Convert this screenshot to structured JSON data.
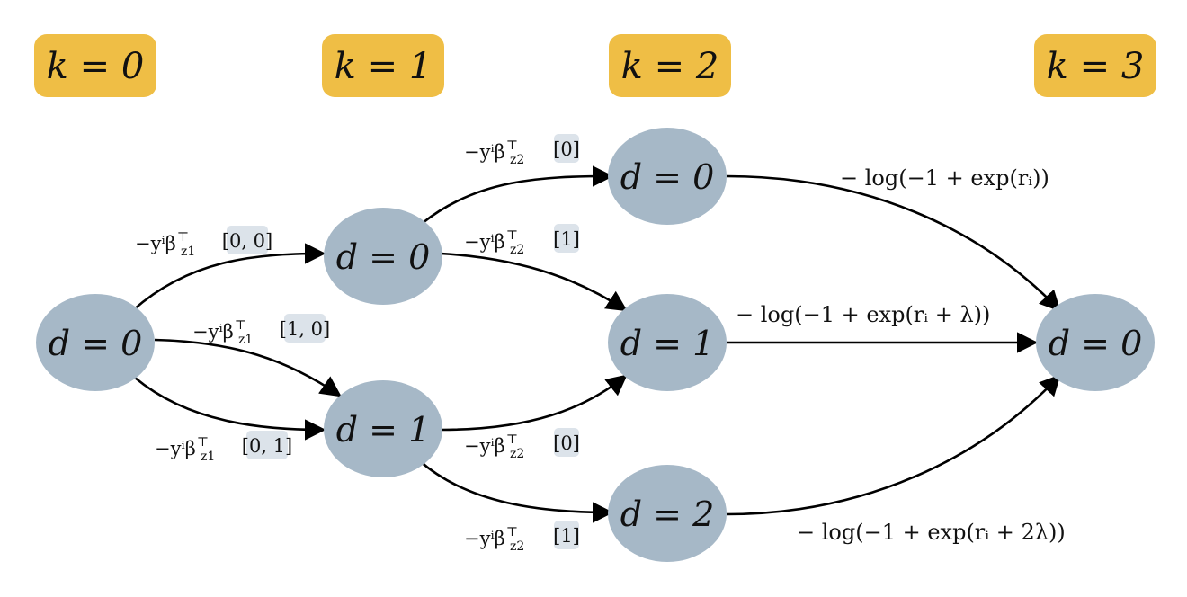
{
  "stages": [
    "k = 0",
    "k = 1",
    "k = 2",
    "k = 3"
  ],
  "nodes": {
    "n00": "d = 0",
    "n10": "d = 0",
    "n11": "d = 1",
    "n20": "d = 0",
    "n21": "d = 1",
    "n22": "d = 2",
    "n30": "d = 0"
  },
  "edges": {
    "e00_10": {
      "prefix": "−yⁱβ",
      "sub": "z1",
      "idx": "[0, 0]"
    },
    "e00_11a": {
      "prefix": "−yⁱβ",
      "sub": "z1",
      "idx": "[1, 0]"
    },
    "e00_11b": {
      "prefix": "−yⁱβ",
      "sub": "z1",
      "idx": "[0, 1]"
    },
    "e10_20": {
      "prefix": "−yⁱβ",
      "sub": "z2",
      "idx": "[0]"
    },
    "e10_21": {
      "prefix": "−yⁱβ",
      "sub": "z2",
      "idx": "[1]"
    },
    "e11_21": {
      "prefix": "−yⁱβ",
      "sub": "z2",
      "idx": "[0]"
    },
    "e11_22": {
      "prefix": "−yⁱβ",
      "sub": "z2",
      "idx": "[1]"
    }
  },
  "costs": {
    "c20": "− log(−1 + exp(rᵢ))",
    "c21": "− log(−1 + exp(rᵢ + λ))",
    "c22": "− log(−1 + exp(rᵢ + 2λ))"
  },
  "colors": {
    "stage_bg": "#efbe45",
    "node_fill": "#a6b8c7",
    "index_bg": "#dce3ea",
    "edge": "#000000"
  },
  "transpose_mark": "⊤"
}
